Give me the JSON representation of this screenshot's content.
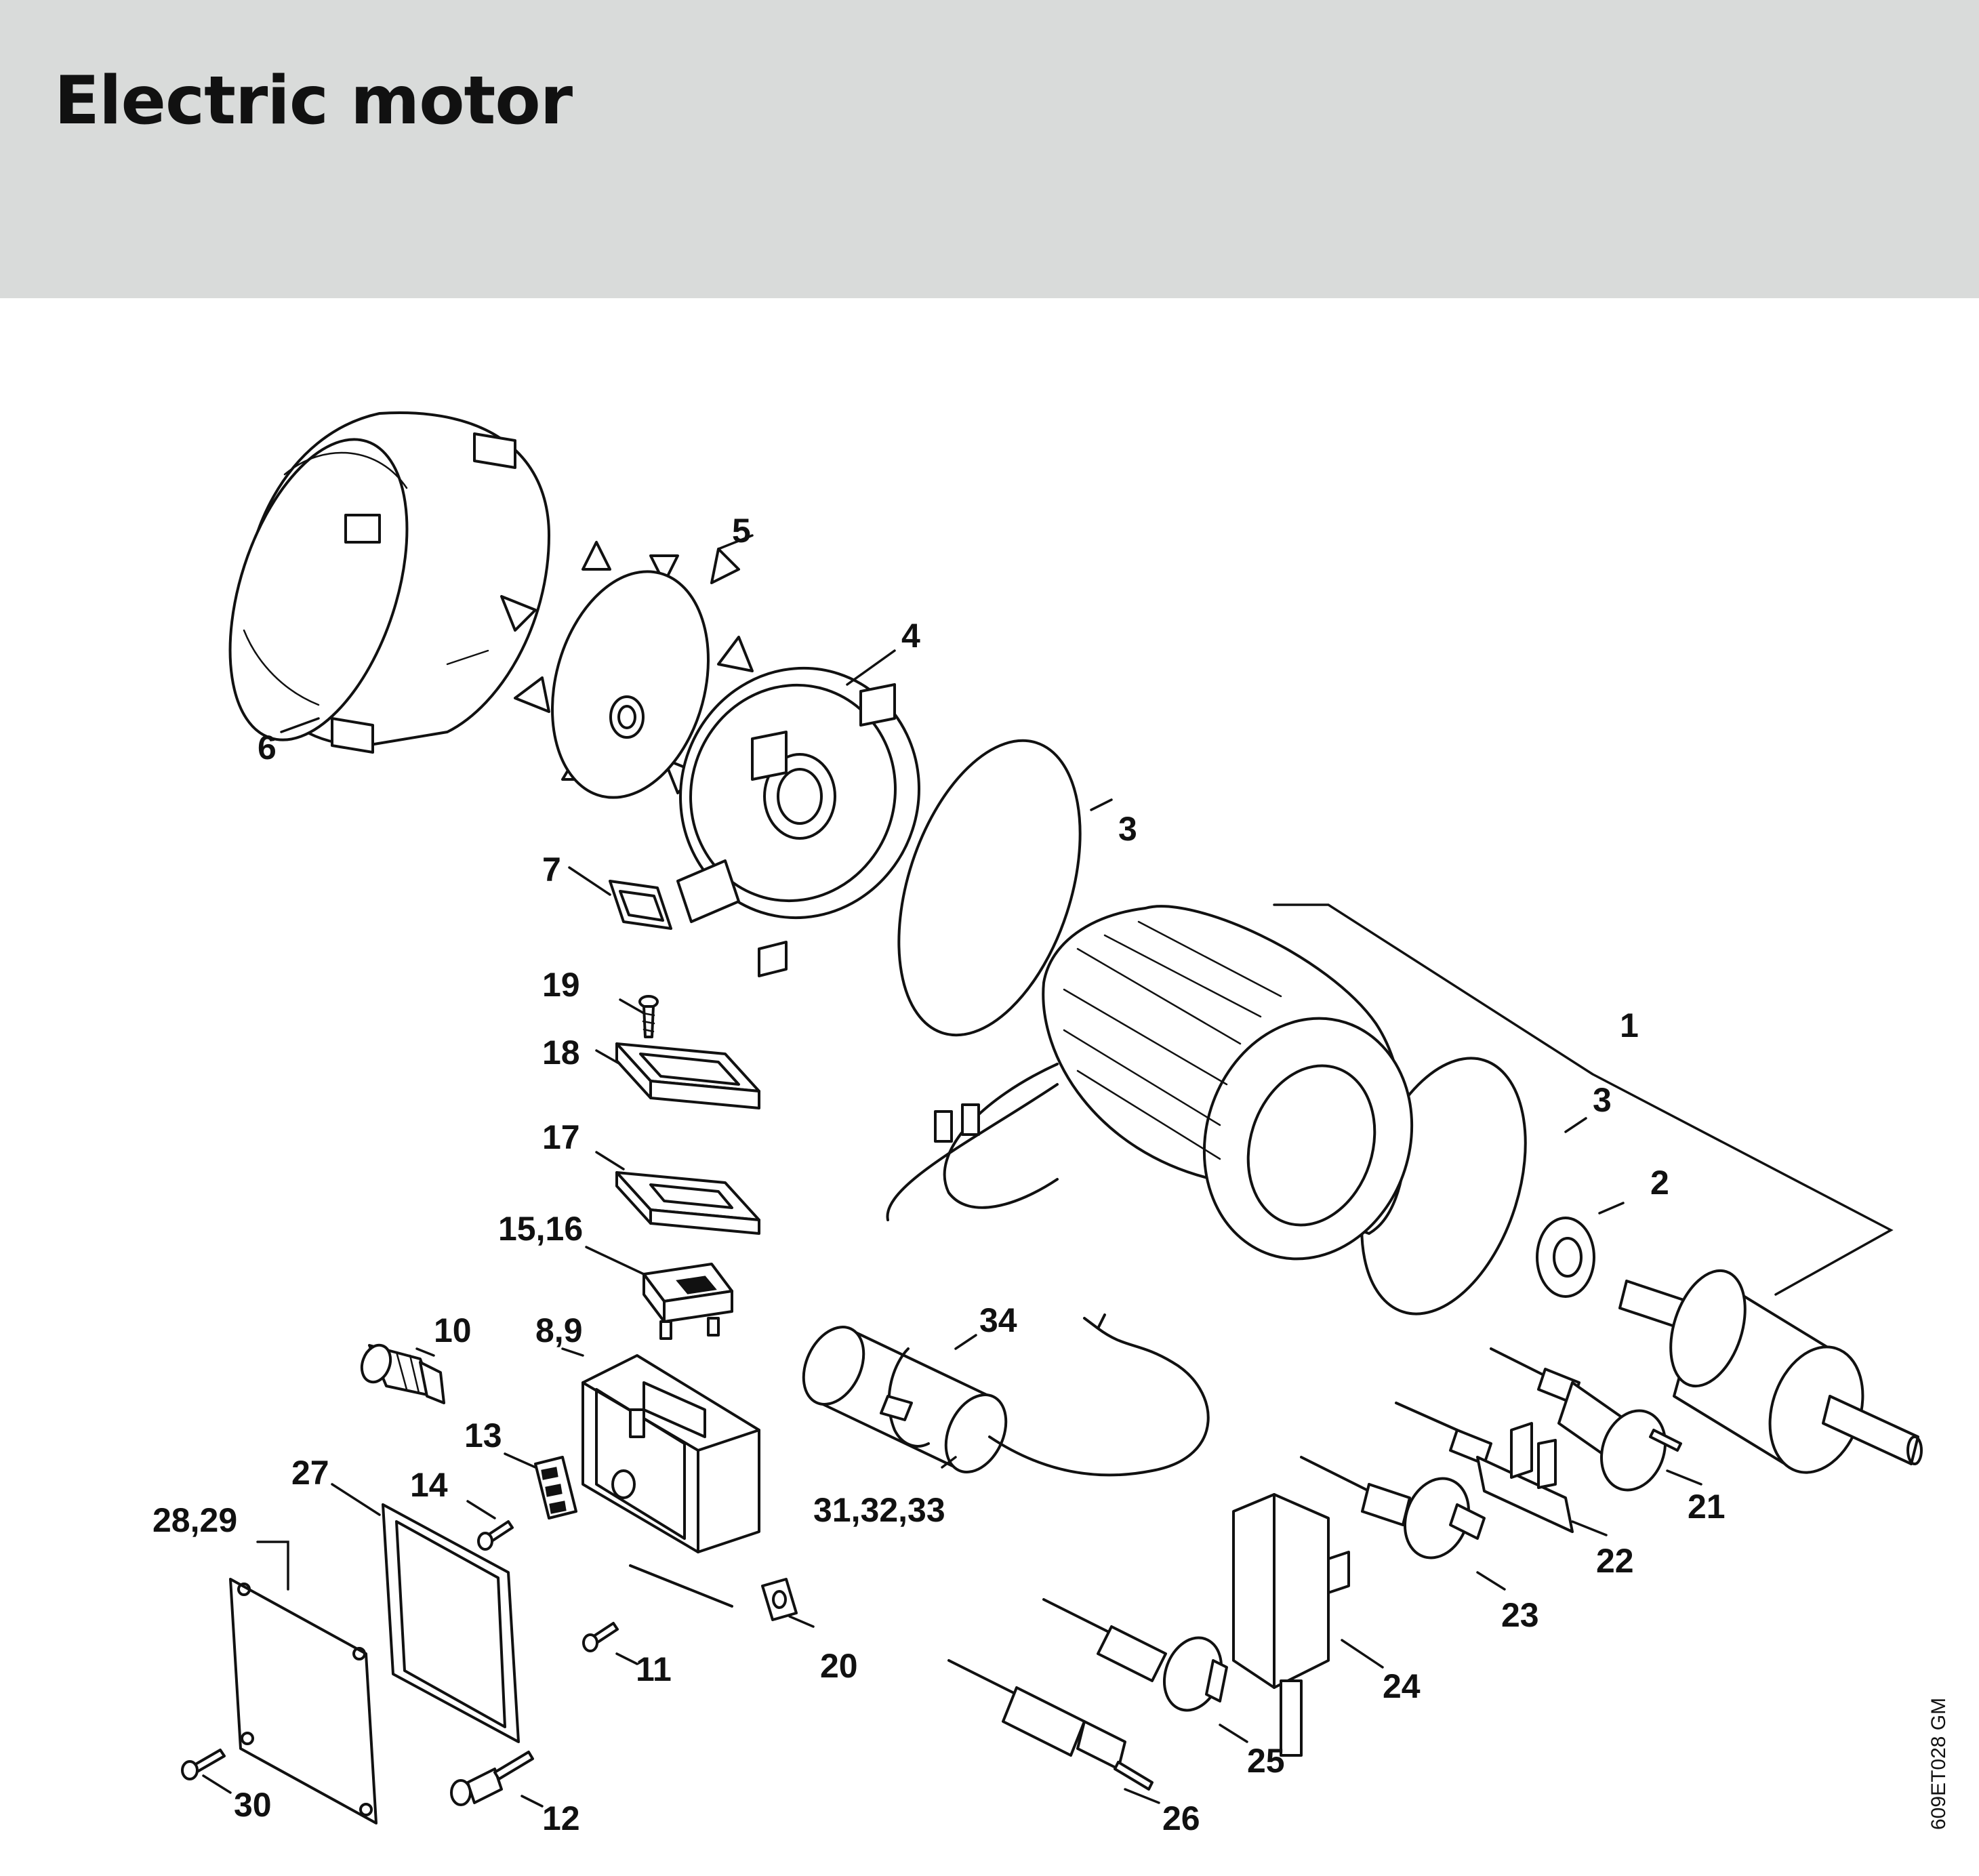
{
  "title": "Electric motor",
  "image_ref": "609ET028 GM",
  "callouts": {
    "c1": "1",
    "c2": "2",
    "c3a": "3",
    "c3b": "3",
    "c4": "4",
    "c5": "5",
    "c6": "6",
    "c7": "7",
    "c8_9": "8,9",
    "c10": "10",
    "c11": "11",
    "c12": "12",
    "c13": "13",
    "c14": "14",
    "c15_16": "15,16",
    "c17": "17",
    "c18": "18",
    "c19": "19",
    "c20": "20",
    "c21": "21",
    "c22": "22",
    "c23": "23",
    "c24": "24",
    "c25": "25",
    "c26": "26",
    "c27": "27",
    "c28_29": "28,29",
    "c30": "30",
    "c31_32_33": "31,32,33",
    "c34": "34"
  }
}
